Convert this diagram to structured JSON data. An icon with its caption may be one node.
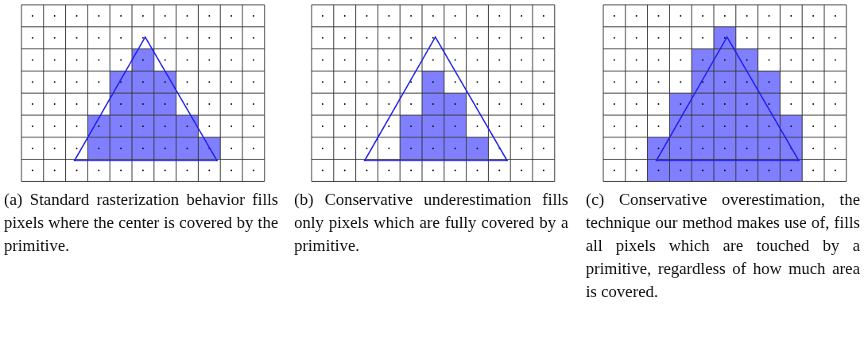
{
  "diagram": {
    "nodes": [
      {
        "text": [
          "(a) Standard rasterization behavior fills pixels where the center is covered by the primitive."
        ]
      },
      {
        "text": [
          "(b) Conservative underestimation fills only pixels which are fully covered by a primitive."
        ]
      },
      {
        "text": [
          "(c) Conservative overestimation, the technique our method makes use of, fills all pixels which are touched by a primitive, regardless of how much area is covered."
        ]
      }
    ]
  }
}
